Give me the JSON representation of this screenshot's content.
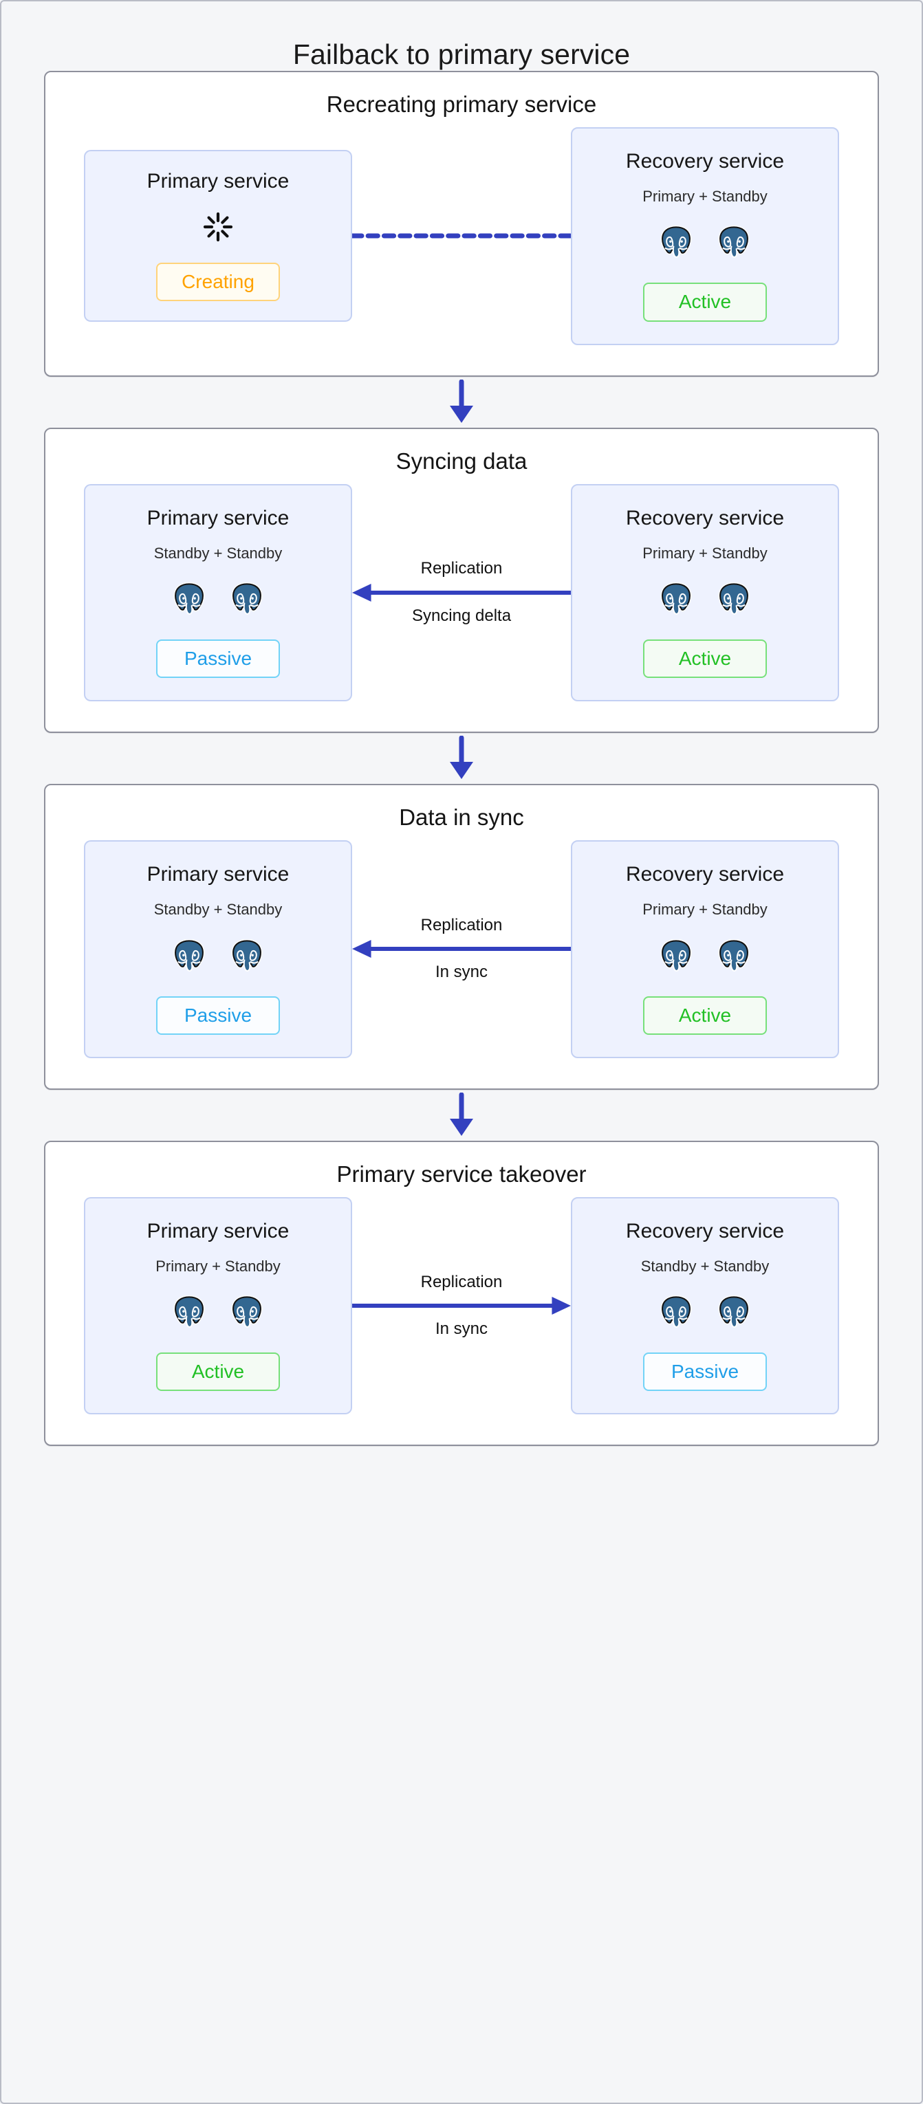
{
  "title": "Failback to primary service",
  "colors": {
    "page_bg": "#f5f6f8",
    "panel_border": "#8e909c",
    "card_bg": "#eef2fe",
    "card_border": "#c3d0f3",
    "arrow_blue": "#3340bf",
    "active_green": "#22c025",
    "passive_blue": "#1f9ee8",
    "creating_orange": "#ffa200",
    "postgres_blue": "#336791"
  },
  "icons": {
    "spinner": "spinner-icon",
    "postgres": "postgres-elephant-icon",
    "down_arrow": "down-arrow-icon",
    "left_arrow": "left-arrow-icon",
    "right_arrow": "right-arrow-icon",
    "dashed_line": "dashed-line-icon"
  },
  "stages": [
    {
      "title": "Recreating primary service",
      "left": {
        "name": "Primary service",
        "roles": null,
        "show_spinner": true,
        "show_elephants": false,
        "status": "Creating",
        "status_kind": "creating"
      },
      "connector": {
        "kind": "dashed",
        "direction": "right",
        "label_top": null,
        "label_bottom": null
      },
      "right": {
        "name": "Recovery service",
        "roles": "Primary + Standby",
        "show_spinner": false,
        "show_elephants": true,
        "status": "Active",
        "status_kind": "active"
      }
    },
    {
      "title": "Syncing data",
      "left": {
        "name": "Primary service",
        "roles": "Standby + Standby",
        "show_spinner": false,
        "show_elephants": true,
        "status": "Passive",
        "status_kind": "passive"
      },
      "connector": {
        "kind": "solid",
        "direction": "left",
        "label_top": "Replication",
        "label_bottom": "Syncing delta"
      },
      "right": {
        "name": "Recovery service",
        "roles": "Primary + Standby",
        "show_spinner": false,
        "show_elephants": true,
        "status": "Active",
        "status_kind": "active"
      }
    },
    {
      "title": "Data in sync",
      "left": {
        "name": "Primary service",
        "roles": "Standby + Standby",
        "show_spinner": false,
        "show_elephants": true,
        "status": "Passive",
        "status_kind": "passive"
      },
      "connector": {
        "kind": "solid",
        "direction": "left",
        "label_top": "Replication",
        "label_bottom": "In sync"
      },
      "right": {
        "name": "Recovery service",
        "roles": "Primary + Standby",
        "show_spinner": false,
        "show_elephants": true,
        "status": "Active",
        "status_kind": "active"
      }
    },
    {
      "title": "Primary service takeover",
      "left": {
        "name": "Primary service",
        "roles": "Primary + Standby",
        "show_spinner": false,
        "show_elephants": true,
        "status": "Active",
        "status_kind": "active"
      },
      "connector": {
        "kind": "solid",
        "direction": "right",
        "label_top": "Replication",
        "label_bottom": "In sync"
      },
      "right": {
        "name": "Recovery service",
        "roles": "Standby + Standby",
        "show_spinner": false,
        "show_elephants": true,
        "status": "Passive",
        "status_kind": "passive"
      }
    }
  ]
}
